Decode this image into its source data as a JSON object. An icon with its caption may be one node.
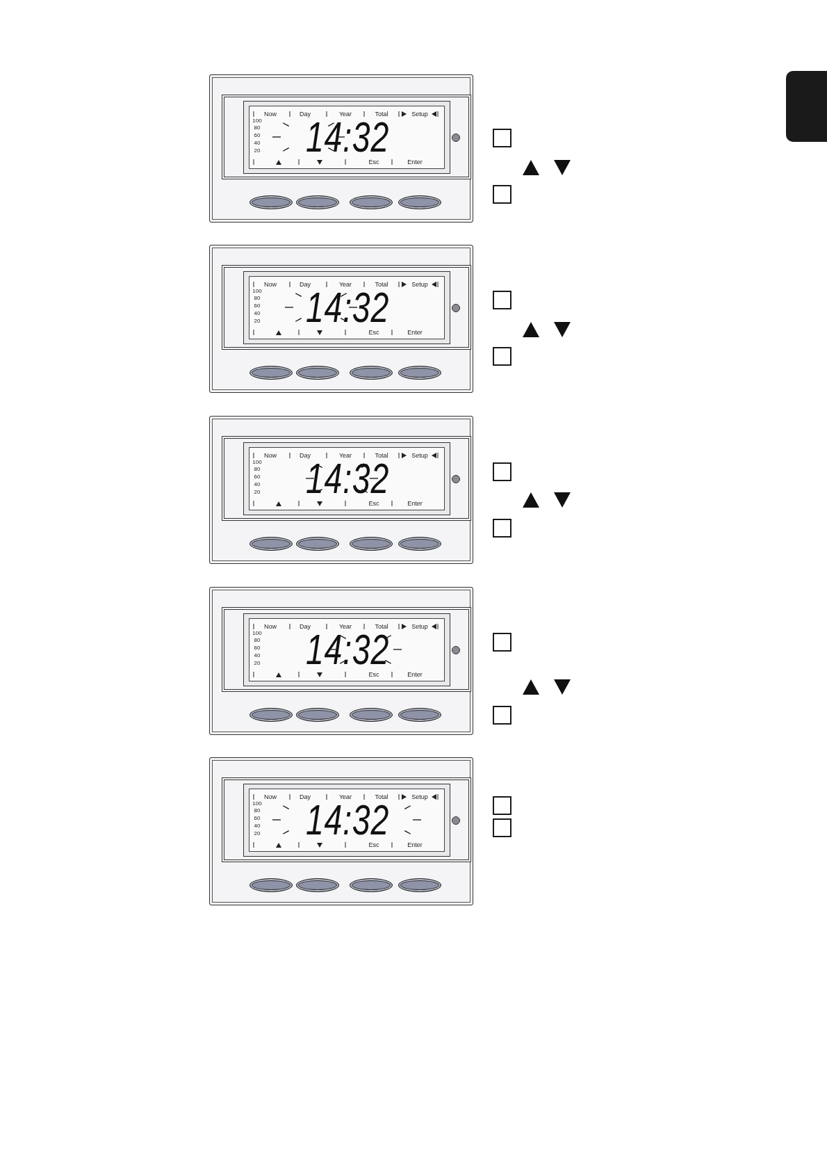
{
  "diagram": {
    "nodes": [
      {
        "text": [],
        "shape": "box"
      }
    ],
    "labels": [
      "Now",
      "Day",
      "Year",
      "Total",
      "Setup",
      "100",
      "80",
      "60",
      "40",
      "20",
      "14:32",
      "Esc",
      "Enter",
      "Now",
      "Day",
      "Year",
      "Total",
      "Setup",
      "100",
      "80",
      "60",
      "40",
      "20",
      "14:32",
      "Esc",
      "Enter",
      "Now",
      "Day",
      "Year",
      "Total",
      "Setup",
      "100",
      "80",
      "60",
      "40",
      "20",
      "14:32",
      "Esc",
      "Enter",
      "Now",
      "Day",
      "Year",
      "Total",
      "Setup",
      "100",
      "80",
      "60",
      "40",
      "20",
      "14:32",
      "Esc",
      "Enter",
      "Now",
      "Day",
      "Year",
      "Total",
      "Setup",
      "100",
      "80",
      "60",
      "40",
      "20",
      "14:32",
      "Esc",
      "Enter"
    ]
  }
}
